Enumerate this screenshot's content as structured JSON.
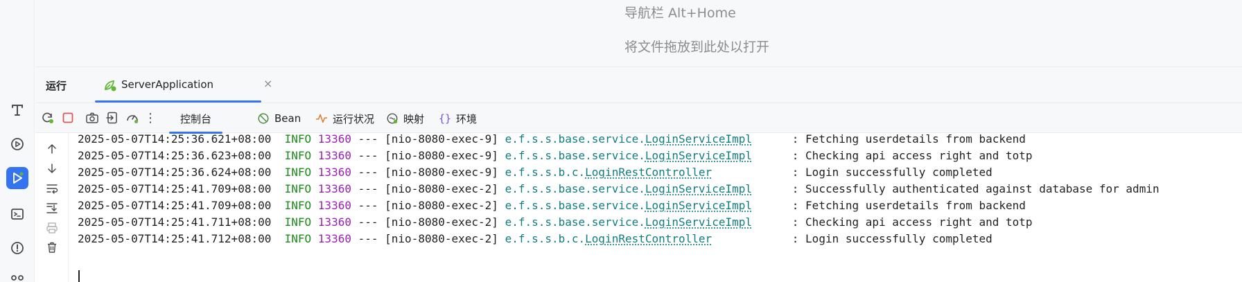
{
  "editor": {
    "nav_hint": "导航栏 Alt+Home",
    "drop_hint": "将文件拖放到此处以打开"
  },
  "run_window": {
    "title": "运行",
    "tab_label": "ServerApplication",
    "tab_close": "×"
  },
  "toolbar": {
    "more": "⋮",
    "view_tabs": [
      {
        "label": "控制台",
        "icon": "console-icon",
        "active": true
      },
      {
        "label": "Bean",
        "icon": "bean-icon"
      },
      {
        "label": "运行状况",
        "icon": "health-icon"
      },
      {
        "label": "映射",
        "icon": "mapping-icon"
      },
      {
        "label": "环境",
        "icon": "environment-icon"
      }
    ]
  },
  "activity_bar": [
    {
      "icon": "text-tool-icon"
    },
    {
      "icon": "services-icon"
    },
    {
      "icon": "run-icon",
      "active": true
    },
    {
      "icon": "terminal-icon"
    },
    {
      "icon": "problems-icon"
    },
    {
      "icon": "structure-icon"
    }
  ],
  "console": {
    "lines": [
      {
        "ts": "2025-05-07T14:25:36.621+08:00",
        "level": "INFO",
        "pid": "13360",
        "sep": "---",
        "thread": "[nio-8080-exec-9]",
        "pkg": "e.f.s.s.base.service.",
        "cls": "LoginServiceImpl",
        "msg": ": Fetching userdetails from backend"
      },
      {
        "ts": "2025-05-07T14:25:36.623+08:00",
        "level": "INFO",
        "pid": "13360",
        "sep": "---",
        "thread": "[nio-8080-exec-9]",
        "pkg": "e.f.s.s.base.service.",
        "cls": "LoginServiceImpl",
        "msg": ": Checking api access right and totp"
      },
      {
        "ts": "2025-05-07T14:25:36.624+08:00",
        "level": "INFO",
        "pid": "13360",
        "sep": "---",
        "thread": "[nio-8080-exec-9]",
        "pkg": "e.f.s.s.b.c.",
        "cls": "LoginRestController",
        "msg": ": Login successfully completed"
      },
      {
        "ts": "2025-05-07T14:25:41.709+08:00",
        "level": "INFO",
        "pid": "13360",
        "sep": "---",
        "thread": "[nio-8080-exec-2]",
        "pkg": "e.f.s.s.base.service.",
        "cls": "LoginServiceImpl",
        "msg": ": Successfully authenticated against database for admin"
      },
      {
        "ts": "2025-05-07T14:25:41.709+08:00",
        "level": "INFO",
        "pid": "13360",
        "sep": "---",
        "thread": "[nio-8080-exec-2]",
        "pkg": "e.f.s.s.base.service.",
        "cls": "LoginServiceImpl",
        "msg": ": Fetching userdetails from backend"
      },
      {
        "ts": "2025-05-07T14:25:41.711+08:00",
        "level": "INFO",
        "pid": "13360",
        "sep": "---",
        "thread": "[nio-8080-exec-2]",
        "pkg": "e.f.s.s.base.service.",
        "cls": "LoginServiceImpl",
        "msg": ": Checking api access right and totp"
      },
      {
        "ts": "2025-05-07T14:25:41.712+08:00",
        "level": "INFO",
        "pid": "13360",
        "sep": "---",
        "thread": "[nio-8080-exec-2]",
        "pkg": "e.f.s.s.b.c.",
        "cls": "LoginRestController",
        "msg": ": Login successfully completed"
      }
    ]
  },
  "colors": {
    "accent": "#3574f0",
    "level_info": "#1a8a1a",
    "pid": "#9b1fb3",
    "logger": "#0f7d80"
  }
}
